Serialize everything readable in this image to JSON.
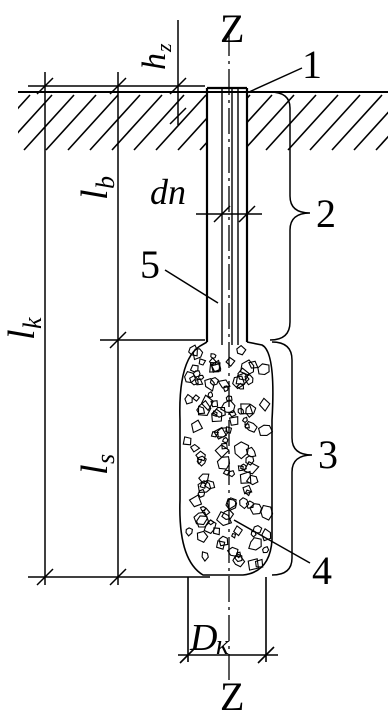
{
  "diagram": {
    "axis_label_top": "Z",
    "axis_label_bottom": "Z",
    "callouts": [
      "1",
      "2",
      "3",
      "4",
      "5"
    ],
    "dimensions": {
      "hz": {
        "main": "h",
        "sub": "z"
      },
      "dn": {
        "main": "dn"
      },
      "lb": {
        "main": "l",
        "sub": "b"
      },
      "lk": {
        "main": "l",
        "sub": "k"
      },
      "ls": {
        "main": "l",
        "sub": "s"
      },
      "Dk": {
        "main": "D",
        "sub": "к"
      }
    },
    "colors": {
      "ink": "#000000",
      "background": "#ffffff"
    }
  }
}
